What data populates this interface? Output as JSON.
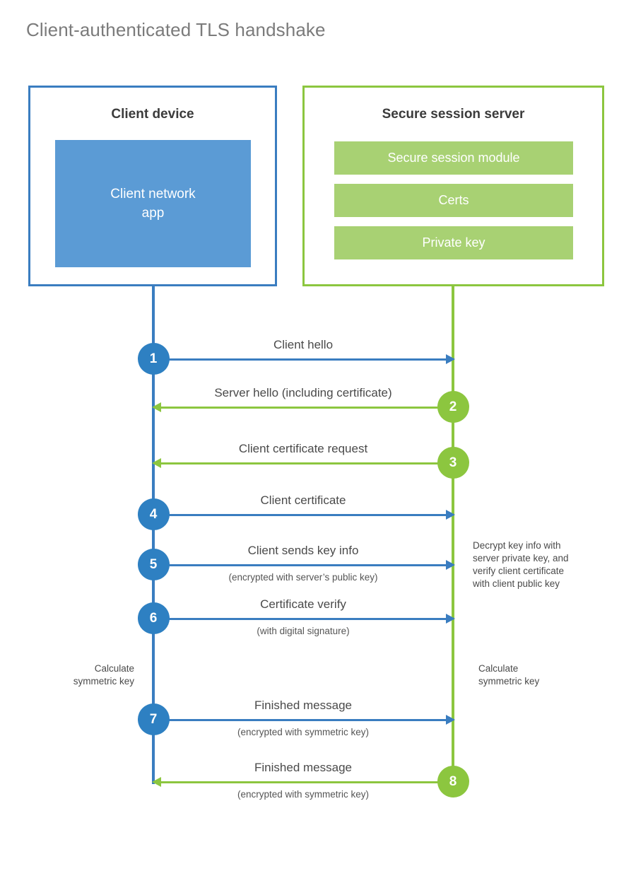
{
  "title": "Client-authenticated TLS handshake",
  "colors": {
    "client_blue": "#3a7dc0",
    "client_app_fill": "#5b9bd5",
    "step_blue": "#2e80c2",
    "server_green": "#8cc63f",
    "server_bar_fill": "#a8d173",
    "text_gray": "#4a4a4a",
    "title_gray": "#7b7b7b"
  },
  "client": {
    "title": "Client device",
    "app_label": "Client network\napp"
  },
  "server": {
    "title": "Secure session server",
    "components": [
      {
        "label": "Secure session module"
      },
      {
        "label": "Certs"
      },
      {
        "label": "Private key"
      }
    ]
  },
  "messages": [
    {
      "number": "1",
      "label": "Client hello",
      "sublabel": "",
      "direction": "right",
      "color": "blue"
    },
    {
      "number": "2",
      "label": "Server hello (including certificate)",
      "sublabel": "",
      "direction": "left",
      "color": "green"
    },
    {
      "number": "3",
      "label": "Client certificate request",
      "sublabel": "",
      "direction": "left",
      "color": "green"
    },
    {
      "number": "4",
      "label": "Client certificate",
      "sublabel": "",
      "direction": "right",
      "color": "blue"
    },
    {
      "number": "5",
      "label": "Client sends key info",
      "sublabel": "(encrypted with server’s public key)",
      "direction": "right",
      "color": "blue"
    },
    {
      "number": "6",
      "label": "Certificate verify",
      "sublabel": "(with digital signature)",
      "direction": "right",
      "color": "blue"
    },
    {
      "number": "7",
      "label": "Finished message",
      "sublabel": "(encrypted with symmetric key)",
      "direction": "right",
      "color": "blue"
    },
    {
      "number": "8",
      "label": "Finished message",
      "sublabel": "(encrypted with symmetric key)",
      "direction": "left",
      "color": "green"
    }
  ],
  "notes": {
    "server_decrypt": "Decrypt key info with\nserver private key, and\nverify client certificate\nwith client public key",
    "client_calculate": "Calculate\nsymmetric key",
    "server_calculate": "Calculate\nsymmetric key"
  }
}
